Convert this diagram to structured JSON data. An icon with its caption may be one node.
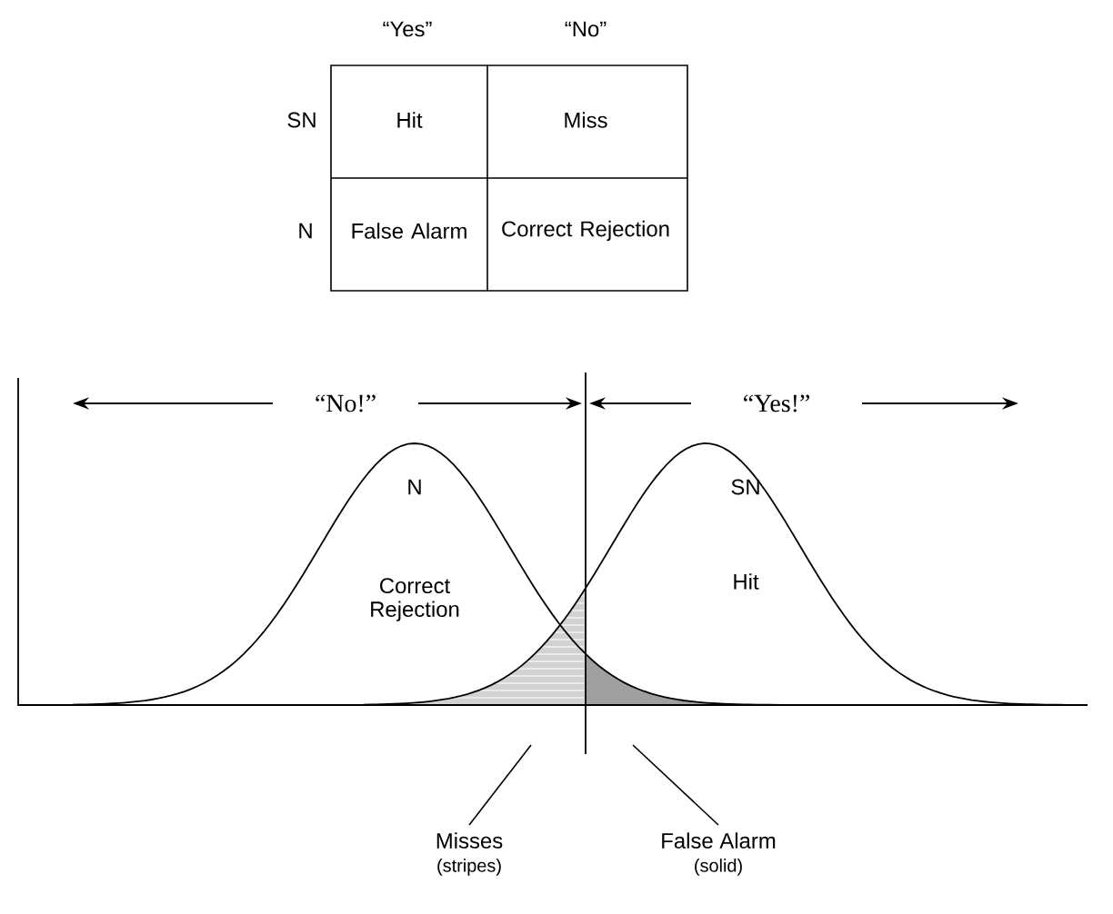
{
  "diagram": {
    "nodes": [
      {
        "text": [
          "Misses",
          "(stripes)"
        ]
      },
      {
        "text": [
          "False Alarm",
          "(solid)"
        ]
      }
    ],
    "edges": [
      {
        "from": 0,
        "to": null,
        "arrow": "none"
      },
      {
        "from": 1,
        "to": null,
        "arrow": "none"
      }
    ],
    "labels": [
      "“Yes”",
      "“No”",
      "SN",
      "Hit",
      "Miss",
      "N",
      "False Alarm",
      "Correct Rejection",
      "“No!”",
      "“Yes!”",
      "N",
      "Correct Rejection",
      "SN",
      "Hit"
    ]
  }
}
